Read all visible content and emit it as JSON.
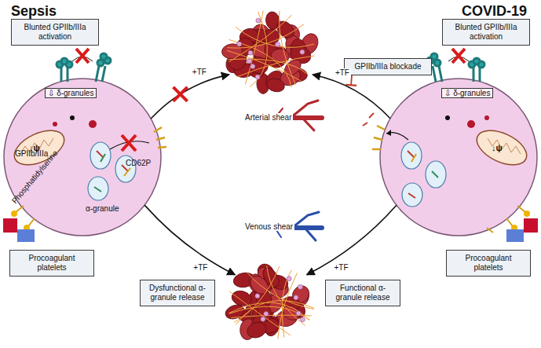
{
  "diagram": {
    "nodes": [
      {
        "text": [
          "Blunted GPIIb/IIIa activation"
        ]
      },
      {
        "text": [
          "Procoagulant platelets"
        ]
      },
      {
        "text": [
          "Dysfunctional α-granule release"
        ]
      },
      {
        "text": [
          "GPIIb/IIIa",
          "⇩ δ-granules",
          "↓ψ",
          "Phosphatidylserine",
          "α-granule"
        ]
      },
      {
        "text": [
          "Arterial shear"
        ]
      },
      {
        "text": [
          "Venous shear"
        ]
      },
      {
        "text": [
          "Blunted GPIIb/IIIa activation"
        ]
      },
      {
        "text": [
          "GPIIb/IIIa blockade"
        ]
      },
      {
        "text": [
          "⇩ δ-granules",
          "↓ψ"
        ]
      },
      {
        "text": [
          "Functional α-granule release"
        ]
      },
      {
        "text": [
          "Procoagulant platelets"
        ]
      }
    ],
    "edges": [
      {
        "from": 3,
        "to": 4,
        "label": "+TF",
        "arrow": "to"
      },
      {
        "from": 3,
        "to": 5,
        "label": "+TF",
        "arrow": "to"
      },
      {
        "from": 8,
        "to": 4,
        "label": "+TF",
        "arrow": "to"
      },
      {
        "from": 8,
        "to": 5,
        "label": "+TF",
        "arrow": "to"
      }
    ],
    "labels": [
      "Sepsis",
      "COVID-19",
      "CD62P"
    ]
  }
}
